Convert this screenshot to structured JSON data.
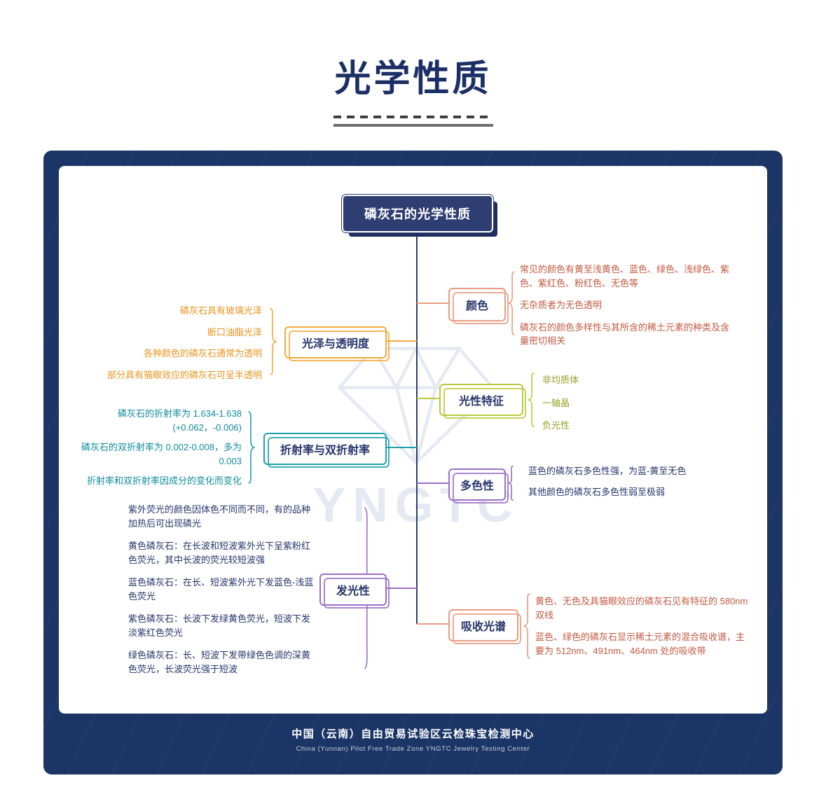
{
  "title": "光学性质",
  "root": "磷灰石的光学性质",
  "watermark": "YNGTC",
  "branches": [
    {
      "id": "color",
      "label": "颜色",
      "items": [
        "常见的颜色有黄至浅黄色、蓝色、绿色、浅绿色、紫色、紫红色、粉红色、无色等",
        "无杂质者为无色透明",
        "磷灰石的颜色多样性与其所含的稀土元素的种类及含量密切相关"
      ]
    },
    {
      "id": "luster-transparency",
      "label": "光泽与透明度",
      "items": [
        "磷灰石具有玻璃光泽",
        "断口油脂光泽",
        "各种颜色的磷灰石通常为透明",
        "部分具有猫眼效应的磷灰石可呈半透明"
      ]
    },
    {
      "id": "optic-character",
      "label": "光性特征",
      "items": [
        "非均质体",
        "一轴晶",
        "负光性"
      ]
    },
    {
      "id": "refractive-index",
      "label": "折射率与双折射率",
      "items": [
        "磷灰石的折射率为 1.634-1.638 (+0.062，-0.006)",
        "磷灰石的双折射率为 0.002-0.008，多为 0.003",
        "折射率和双折射率因成分的变化而变化"
      ]
    },
    {
      "id": "pleochroism",
      "label": "多色性",
      "items": [
        "蓝色的磷灰石多色性强，为蓝-黄至无色",
        "其他颜色的磷灰石多色性弱至极弱"
      ]
    },
    {
      "id": "luminescence",
      "label": "发光性",
      "items": [
        "紫外荧光的颜色因体色不同而不同，有的品种加热后可出现磷光",
        "黄色磷灰石：在长波和短波紫外光下呈紫粉红色荧光，其中长波的荧光较短波强",
        "蓝色磷灰石：在长、短波紫外光下发蓝色-浅蓝色荧光",
        "紫色磷灰石：长波下发绿黄色荧光，短波下发淡紫红色荧光",
        "绿色磷灰石：长、短波下发带绿色色调的深黄色荧光，长波荧光强于短波"
      ]
    },
    {
      "id": "absorption-spectrum",
      "label": "吸收光谱",
      "items": [
        "黄色、无色及具猫眼效应的磷灰石见有特征的 580nm 双线",
        "蓝色、绿色的磷灰石显示稀土元素的混合吸收谱，主要为 512nm、491nm、464nm 处的吸收带"
      ]
    }
  ],
  "footer": {
    "cn": "中国（云南）自由贸易试验区云检珠宝检测中心",
    "en": "China (Yunnan) Pilot Free Trade Zone  YNGTC Jewelry Testing Center"
  },
  "colors": {
    "card_bg": "#1B3566",
    "navy": "#2E3D72",
    "navy_text": "#27356B",
    "salmon": "#EA9B82",
    "salmon_text": "#C25A40",
    "orange": "#F4A93C",
    "orange_text": "#E8941F",
    "green": "#BCC93B",
    "green_text": "#95A023",
    "teal": "#1E9FAE",
    "teal_text": "#0E8B9D",
    "purple": "#9C6EC9"
  }
}
